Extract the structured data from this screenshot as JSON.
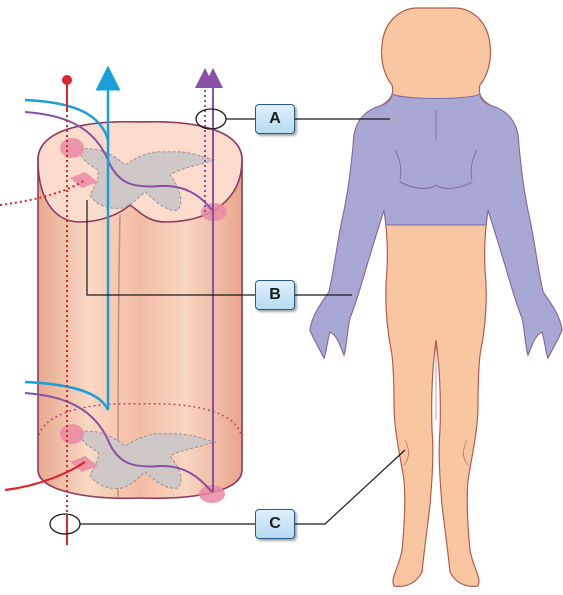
{
  "labels": {
    "a": "A",
    "b": "B",
    "c": "C"
  },
  "colors": {
    "cord_fill": "#f6cdb6",
    "cord_outline": "#8e3a5e",
    "grey_matter": "#cfc8c6",
    "body_skin": "#f8c7a2",
    "body_outline": "#b25c4e",
    "upper_region": "#a9a7d4",
    "tract_red": "#e2232a",
    "tract_blue": "#1aa0d8",
    "tract_purple": "#8a4fa6",
    "label_box_fill": "#c9e6f8",
    "label_box_border": "#2b5a8a"
  },
  "icons": [
    "spinal-cord-illustration",
    "human-body-outline"
  ]
}
